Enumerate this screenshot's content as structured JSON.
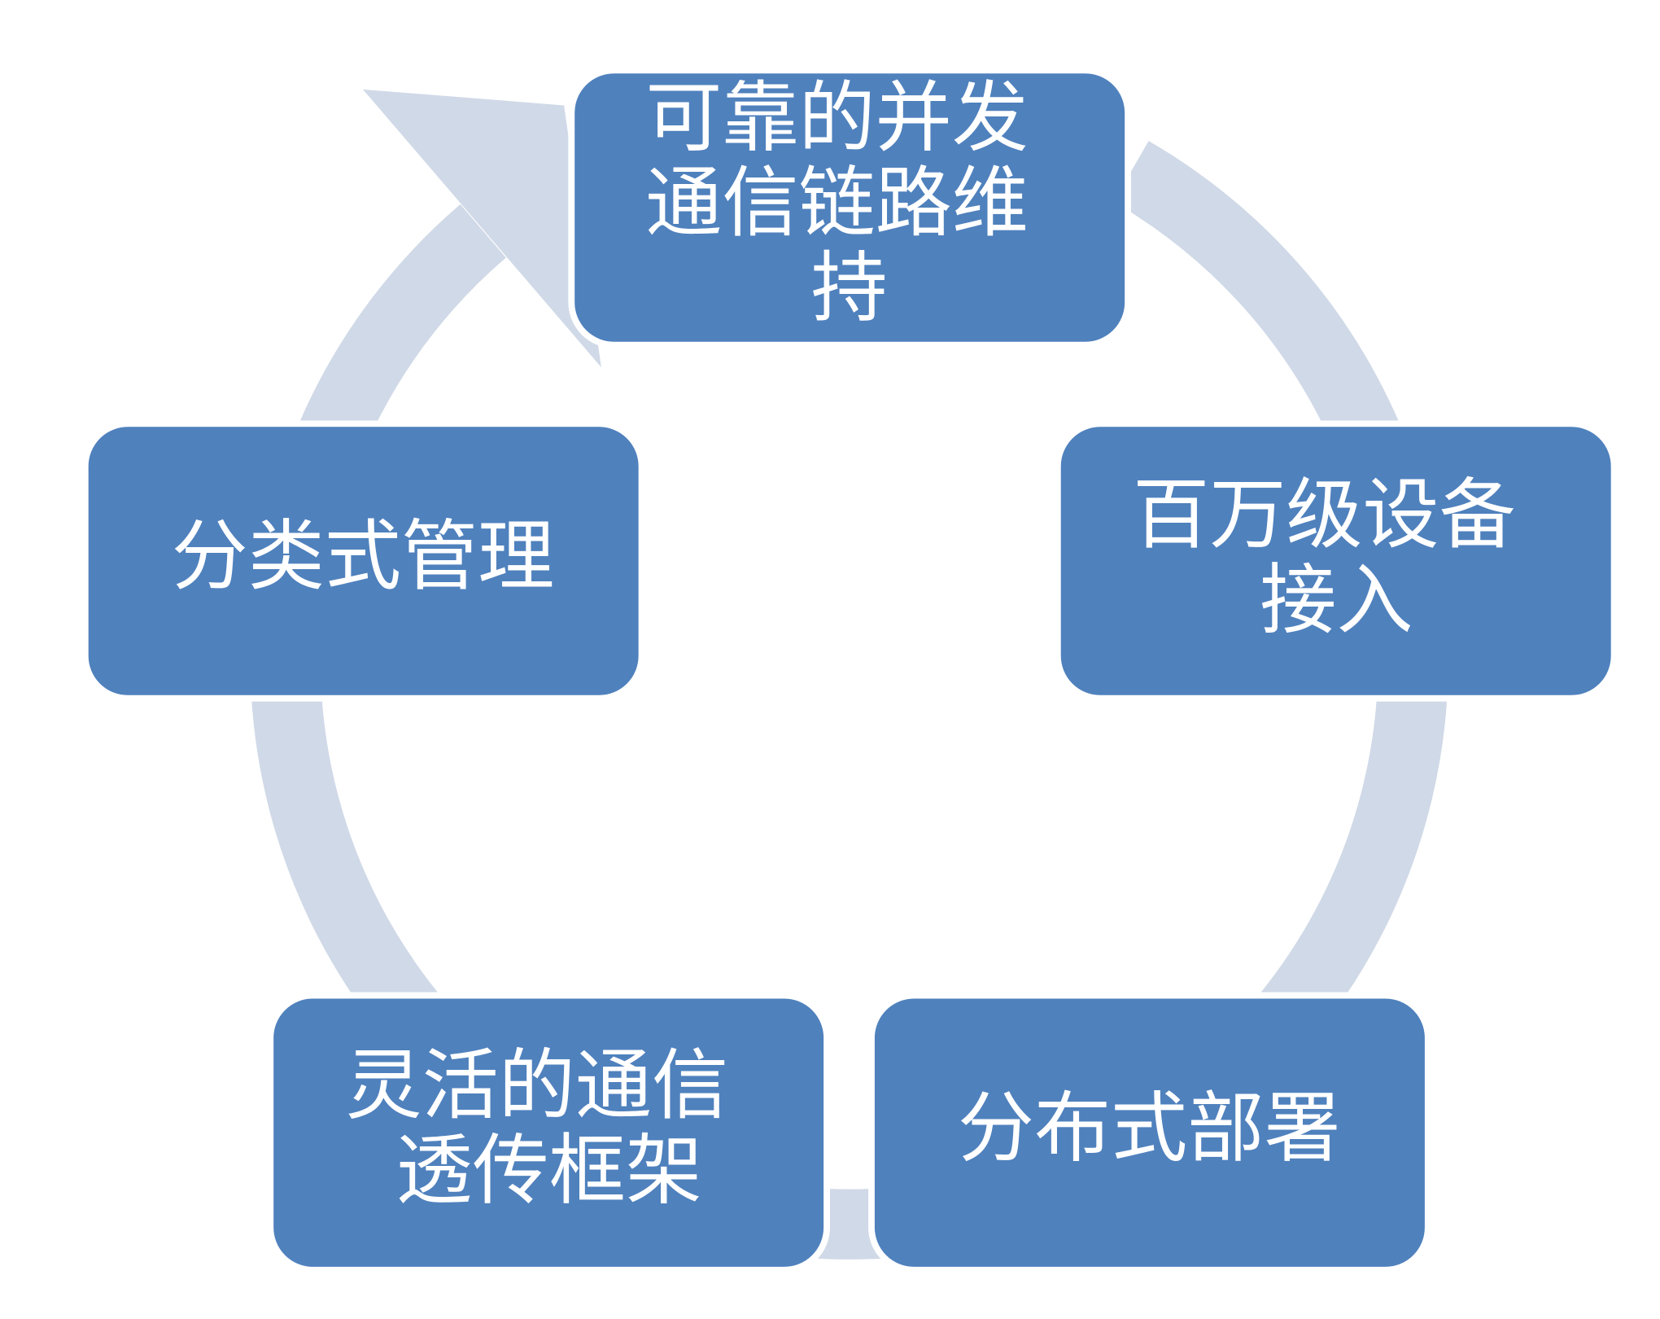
{
  "colors": {
    "box": "#4F81BD",
    "ring": "#D0D9E7",
    "text": "#FFFFFF"
  },
  "nodes": [
    {
      "id": "top",
      "lines": [
        "可靠的并发",
        "通信链路维",
        "持"
      ]
    },
    {
      "id": "right",
      "lines": [
        "百万级设备",
        "接入"
      ]
    },
    {
      "id": "bottom-right",
      "lines": [
        "分布式部署"
      ]
    },
    {
      "id": "bottom-left",
      "lines": [
        "灵活的通信",
        "透传框架"
      ]
    },
    {
      "id": "left",
      "lines": [
        "分类式管理"
      ]
    }
  ]
}
